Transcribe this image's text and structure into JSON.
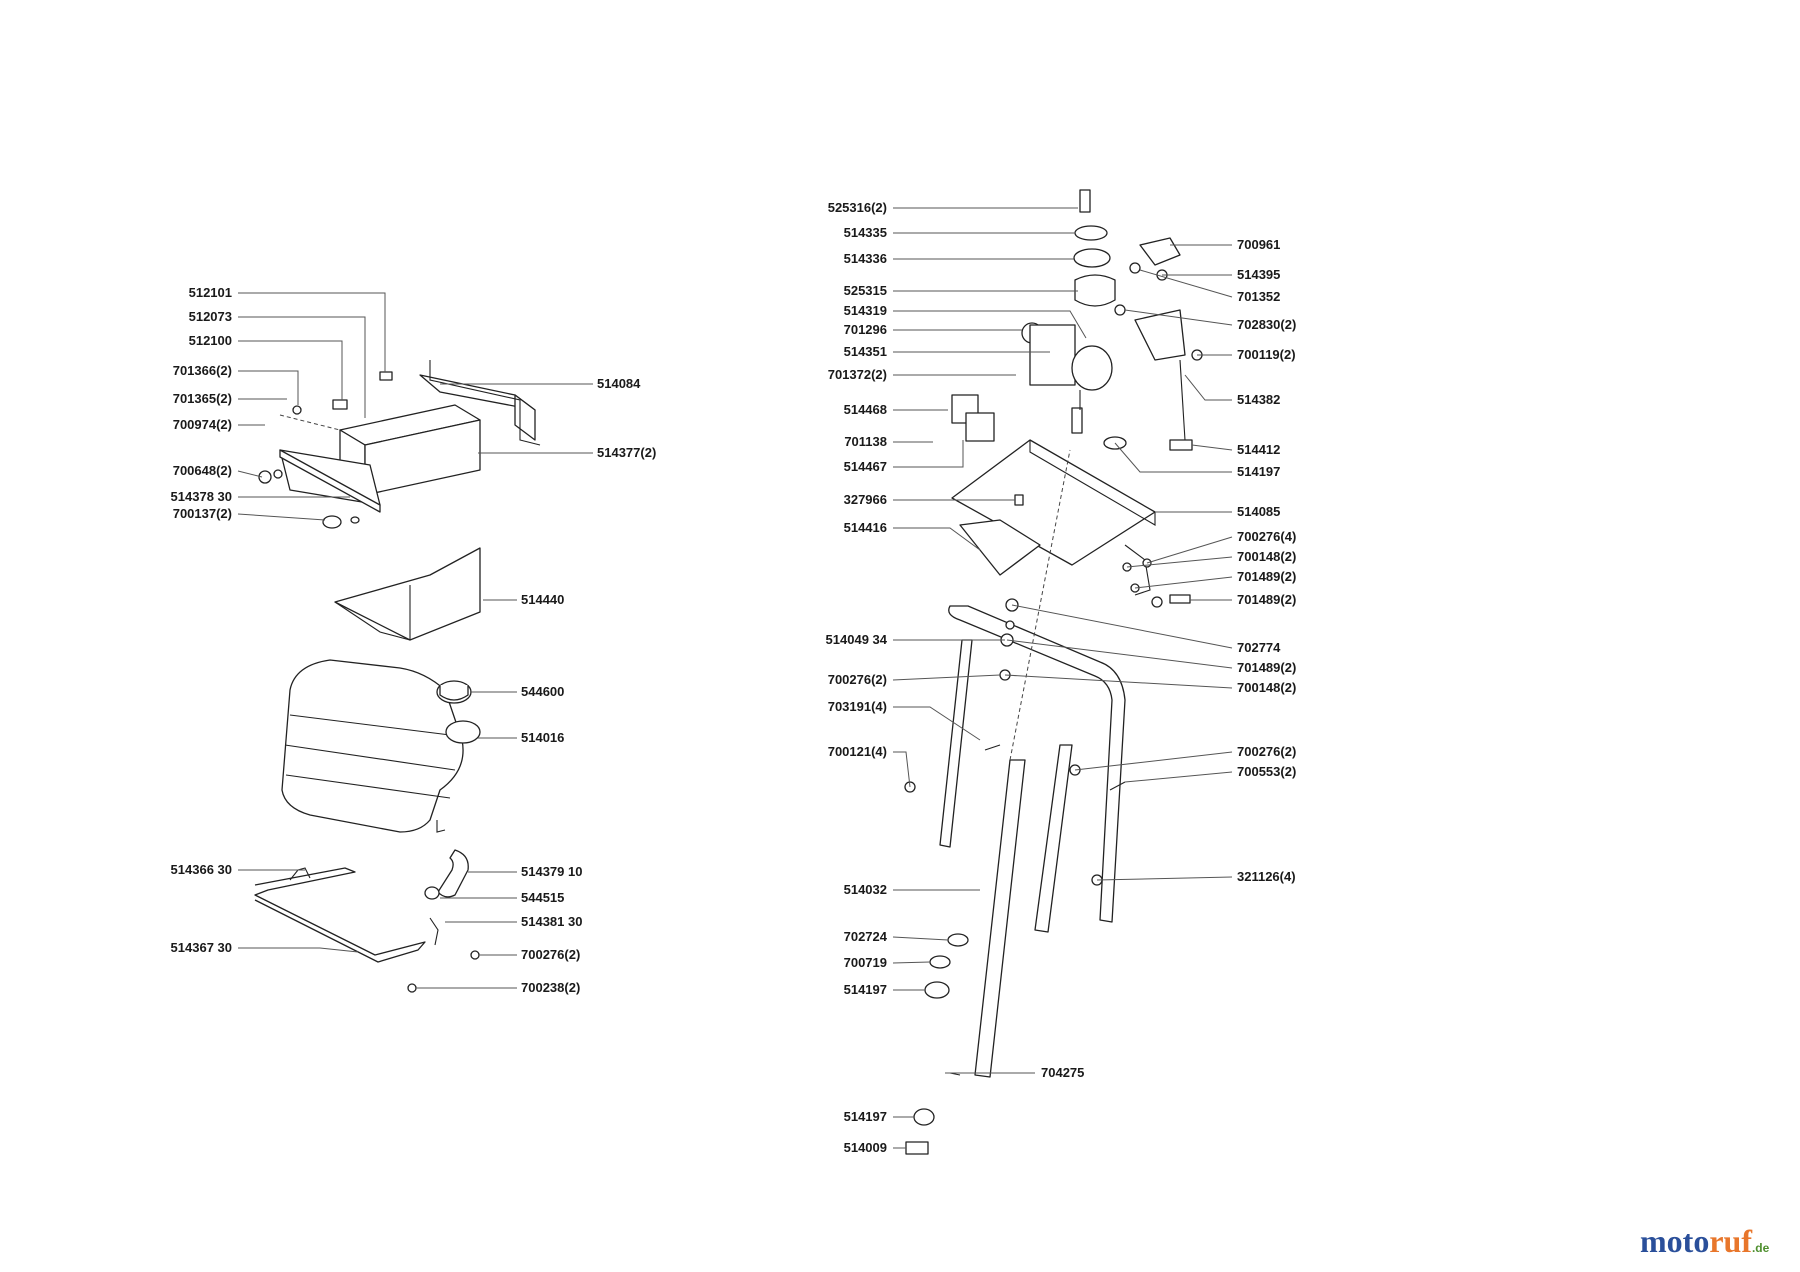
{
  "labels": {
    "l512101": "512101",
    "l512073": "512073",
    "l512100": "512100",
    "l701366": "701366(2)",
    "l701365": "701365(2)",
    "l700974": "700974(2)",
    "l700648": "700648(2)",
    "l514378": "514378 30",
    "l700137": "700137(2)",
    "l514084": "514084",
    "l514377": "514377(2)",
    "l514440": "514440",
    "l544600": "544600",
    "l514016": "514016",
    "l514366": "514366 30",
    "l514367": "514367 30",
    "l514379": "514379 10",
    "l544515": "544515",
    "l514381": "514381 30",
    "l700276b": "700276(2)",
    "l700238": "700238(2)",
    "l525316": "525316(2)",
    "l514335": "514335",
    "l514336": "514336",
    "l525315": "525315",
    "l514319": "514319",
    "l701296": "701296",
    "l514351": "514351",
    "l701372": "701372(2)",
    "l514468": "514468",
    "l701138": "701138",
    "l514467": "514467",
    "l327966": "327966",
    "l514416": "514416",
    "l514049": "514049 34",
    "l700276c": "700276(2)",
    "l703191": "703191(4)",
    "l700121": "700121(4)",
    "l514032": "514032",
    "l702724": "702724",
    "l700719": "700719",
    "l514197a": "514197",
    "l514197b": "514197",
    "l514009": "514009",
    "l704275": "704275",
    "l700961": "700961",
    "l514395": "514395",
    "l701352": "701352",
    "l702830": "702830(2)",
    "l700119": "700119(2)",
    "l514382": "514382",
    "l514412": "514412",
    "l514197c": "514197",
    "l514085": "514085",
    "l700276d": "700276(4)",
    "l700148a": "700148(2)",
    "l701489a": "701489(2)",
    "l701489b": "701489(2)",
    "l702774": "702774",
    "l701489c": "701489(2)",
    "l700148b": "700148(2)",
    "l700276e": "700276(2)",
    "l700553": "700553(2)",
    "l321126": "321126(4)"
  },
  "logo": {
    "part1": "moto",
    "part2": "ruf",
    "suffix": ".de",
    "colors": {
      "blue": "#2a4f9a",
      "orange": "#e8762b",
      "green": "#4e8f2e"
    }
  }
}
